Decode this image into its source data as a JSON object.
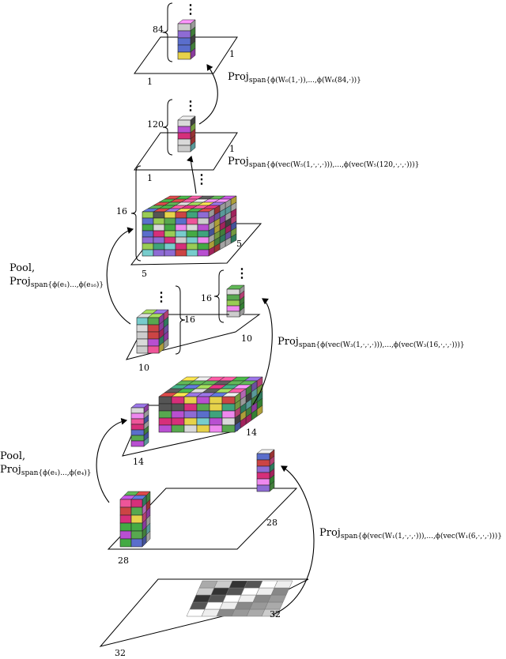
{
  "layers": [
    {
      "id": "input",
      "size_label": "32",
      "depth_label": "32"
    },
    {
      "id": "conv1",
      "width_label": "28",
      "depth_label": "28"
    },
    {
      "id": "conv1_out",
      "width_label": "14",
      "depth_label": "14"
    },
    {
      "id": "conv2",
      "width_label": "10",
      "depth_label": "10",
      "channels_label": "16"
    },
    {
      "id": "conv2_vec",
      "channels_label": "16"
    },
    {
      "id": "pool2",
      "width_label": "5",
      "depth_label": "5",
      "channels_label": "16"
    },
    {
      "id": "fc1",
      "width_label": "1",
      "depth_label": "1",
      "channels_label": "120"
    },
    {
      "id": "fc2",
      "width_label": "1",
      "depth_label": "1",
      "channels_label": "84"
    }
  ],
  "labels": {
    "input_w": "32",
    "input_d": "32",
    "c1_w": "28",
    "c1_d": "28",
    "p1_w": "14",
    "p1_d": "14",
    "c2_w": "10",
    "c2_d": "10",
    "c2_ch": "16",
    "c2_vec_ch": "16",
    "p2_w": "5",
    "p2_d": "5",
    "p2_ch": "16",
    "f1_w": "1",
    "f1_d": "1",
    "f1_ch": "120",
    "f2_w": "1",
    "f2_d": "1",
    "f2_ch": "84"
  },
  "projections": {
    "w1": {
      "main": "Proj",
      "sub": "span{ϕ(vec(W₁(1,·,·,·))),...,ϕ(vec(W₁(6,·,·,·)))}"
    },
    "pool1": {
      "line1": "Pool,",
      "main": "Proj",
      "sub": "span{ϕ(e₁)...,ϕ(e₄)}"
    },
    "w3": {
      "main": "Proj",
      "sub": "span{ϕ(vec(W₃(1,·,·,·))),...,ϕ(vec(W₃(16,·,·,·)))}"
    },
    "pool2": {
      "line1": "Pool,",
      "main": "Proj",
      "sub": "span{ϕ(e₁)...,ϕ(e₁₆)}"
    },
    "w5": {
      "main": "Proj",
      "sub": "span{ϕ(vec(W₅(1,·,·,·))),...,ϕ(vec(W₅(120,·,·,·)))}"
    },
    "w6": {
      "main": "Proj",
      "sub": "span{ϕ(W₆(1,·)),...,ϕ(W₆(84,·))}"
    }
  },
  "ellipsis": "⋮",
  "palette": [
    "#e6d24a",
    "#b84fd1",
    "#d62f7a",
    "#5a6ecc",
    "#3fa37c",
    "#8e6bd4",
    "#d9d9d9",
    "#58a84f",
    "#c44",
    "#7cc",
    "#e59",
    "#9c5",
    "#e8e",
    "#555",
    "#ccc",
    "#4a4"
  ]
}
